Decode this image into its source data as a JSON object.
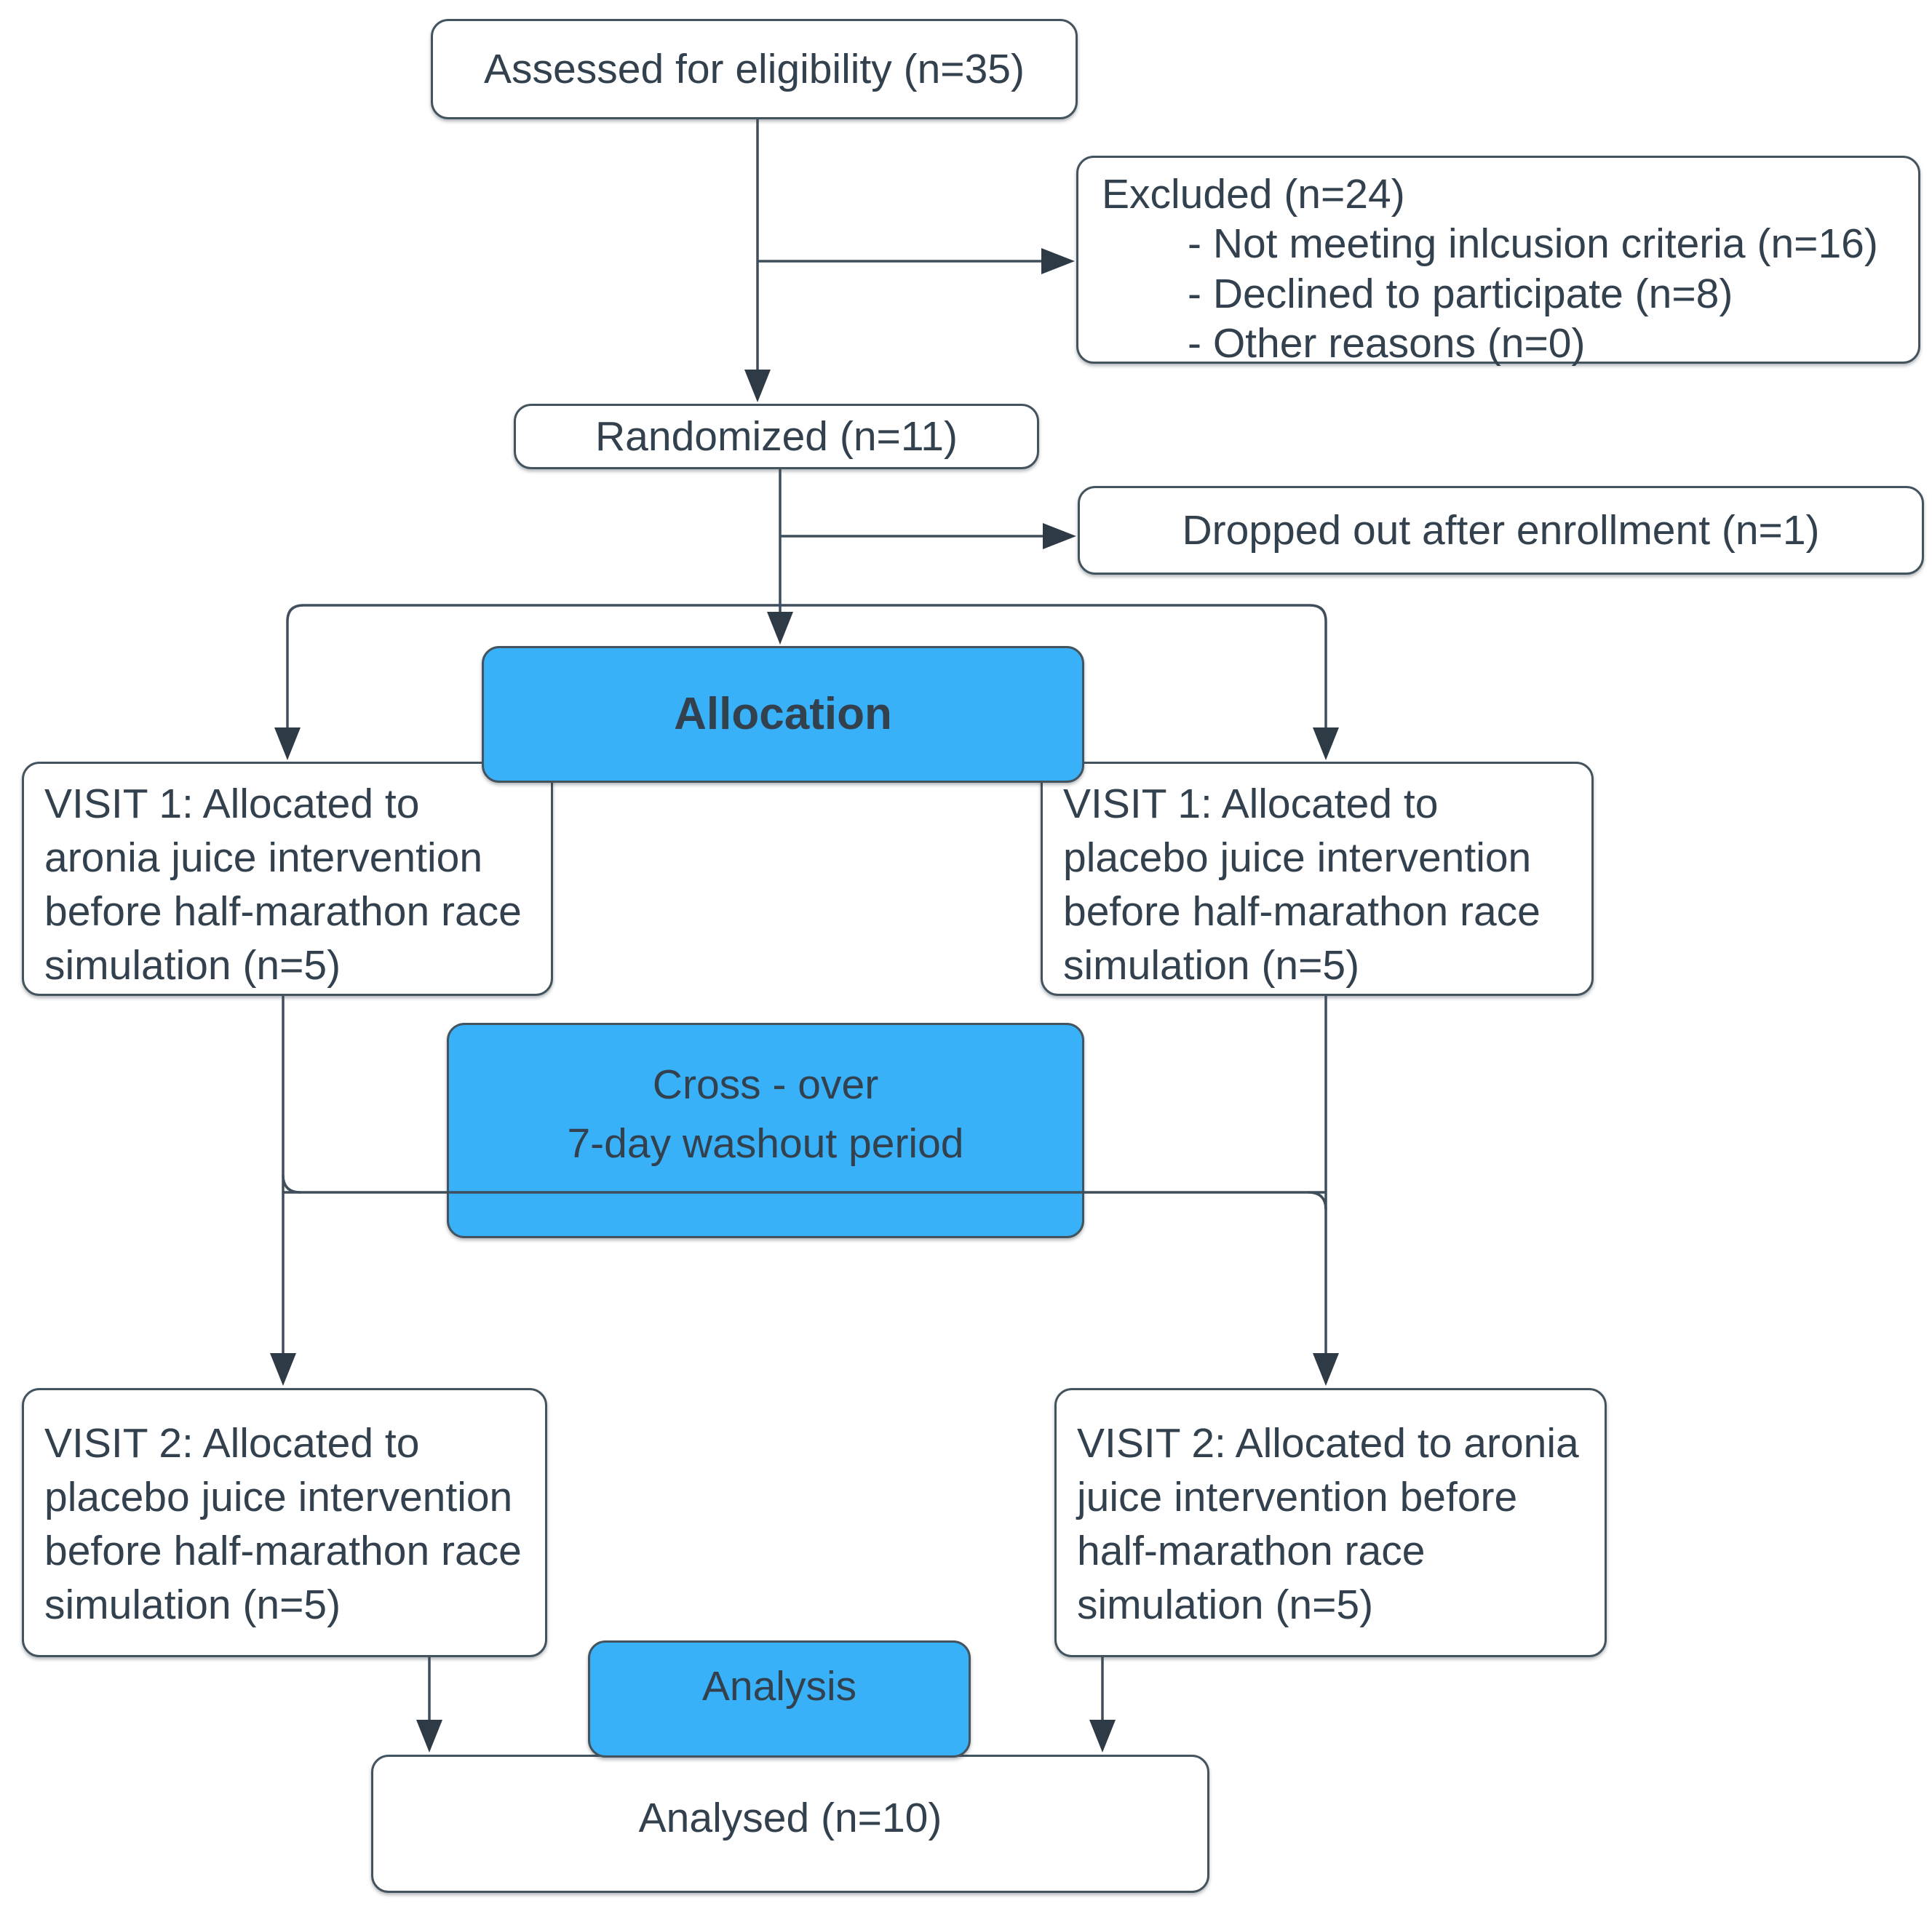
{
  "colors": {
    "highlight": "#38b1f8",
    "stroke": "#3f4e5a",
    "arrow": "#2e3b47",
    "text": "#32414d",
    "border": "#44545f"
  },
  "boxes": {
    "assessed": "Assessed for eligibility (n=35)",
    "excluded_title": "Excluded (n=24)",
    "excluded_items": [
      "- Not meeting inlcusion criteria (n=16)",
      "- Declined to participate (n=8)",
      "- Other reasons (n=0)"
    ],
    "randomized": "Randomized (n=11)",
    "dropped_out": "Dropped out after enrollment (n=1)",
    "allocation": "Allocation",
    "visit1_left": "VISIT 1: Allocated to aronia juice intervention before half-marathon race simulation (n=5)",
    "visit1_right": "VISIT 1: Allocated to placebo juice intervention before half-marathon race simulation (n=5)",
    "crossover_line1": "Cross - over",
    "crossover_line2": "7-day washout period",
    "visit2_left": "VISIT 2: Allocated to placebo juice intervention before half-marathon race simulation (n=5)",
    "visit2_right": "VISIT 2: Allocated to aronia juice intervention before half-marathon race simulation (n=5)",
    "analysis": "Analysis",
    "analysed": "Analysed (n=10)"
  }
}
